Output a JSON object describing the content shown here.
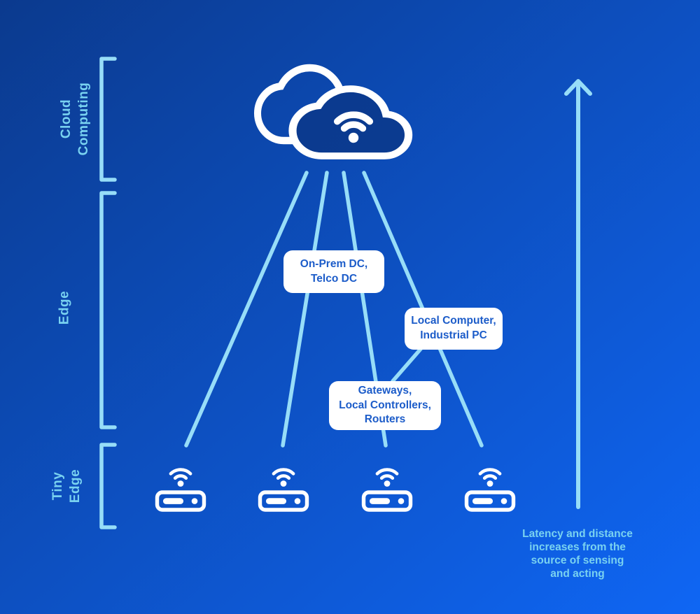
{
  "title": "Edge computing tiers diagram",
  "colors": {
    "background_gradient_start": "#0B3A8E",
    "background_gradient_end": "#0F66F4",
    "connector_line": "#97DDF8",
    "tier_label_text": "#79D2F0",
    "box_text": "#1C5CC9",
    "icon_stroke": "#FFFFFF"
  },
  "tiers": [
    {
      "id": "cloud-computing",
      "lines": [
        "Cloud",
        "Computing"
      ]
    },
    {
      "id": "edge",
      "lines": [
        "Edge"
      ]
    },
    {
      "id": "tiny-edge",
      "lines": [
        "Tiny",
        "Edge"
      ]
    }
  ],
  "labels": {
    "on_prem": {
      "lines": [
        "On-Prem DC,",
        "Telco DC"
      ]
    },
    "local_computer": {
      "lines": [
        "Local Computer,",
        "Industrial PC"
      ]
    },
    "gateways": {
      "lines": [
        "Gateways,",
        "Local Controllers,",
        "Routers"
      ]
    }
  },
  "arrow_caption": {
    "lines": [
      "Latency and distance",
      "increases from the",
      "source of sensing",
      "and acting"
    ]
  },
  "icons": {
    "cloud": "double-cloud-wifi-icon",
    "device": "gateway-device-wifi-icon",
    "device_count": 4
  }
}
